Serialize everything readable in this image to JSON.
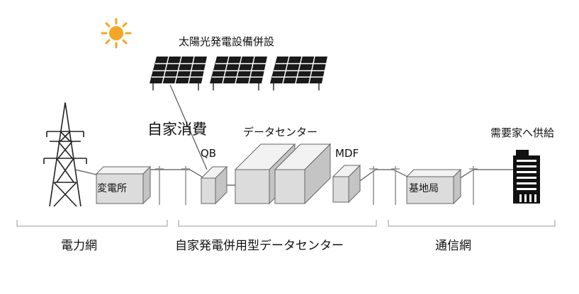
{
  "labels": {
    "solar_facility": "太陽光発電設備併設",
    "self_consumption": "自家消費",
    "data_center": "データセンター",
    "qb": "QB",
    "mdf": "MDF",
    "substation": "変電所",
    "base_station": "基地局",
    "customer_supply": "需要家へ供給",
    "power_grid": "電力網",
    "main_title": "自家発電併用型データセンター",
    "comm_network": "通信網"
  },
  "icons": [
    "sun-icon",
    "solar-panel-icon",
    "transmission-tower-icon",
    "utility-pole-icon",
    "building-icon"
  ],
  "colors": {
    "sun": "#f5a623",
    "box_front": "#dcdcdc",
    "box_side": "#c4c4c4",
    "box_top": "#f2f2f2",
    "panel_dark": "#1a1a1a",
    "line": "#555555",
    "bracket": "#9a9a9a"
  }
}
